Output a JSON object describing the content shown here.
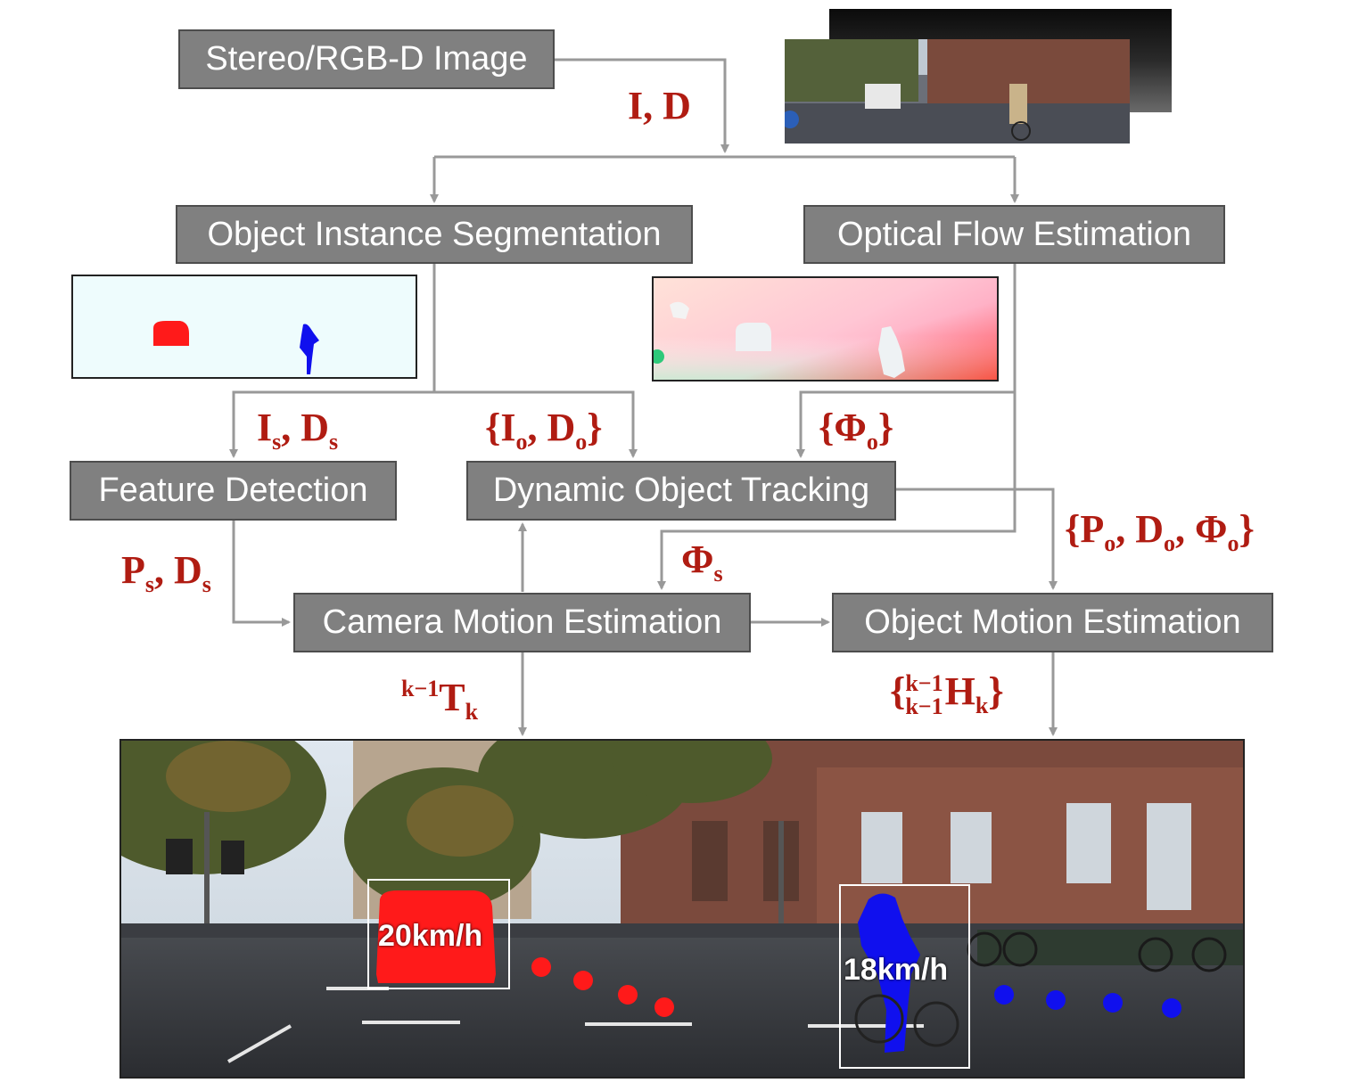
{
  "boxes": {
    "stereo": "Stereo/RGB-D Image",
    "segmentation": "Object Instance Segmentation",
    "flow": "Optical Flow Estimation",
    "feature": "Feature Detection",
    "tracking": "Dynamic Object Tracking",
    "camera": "Camera Motion Estimation",
    "object": "Object Motion Estimation"
  },
  "symbols": {
    "I": "I",
    "D": "D",
    "P": "P",
    "Phi": "Φ",
    "T": "T",
    "H": "H",
    "sub_s": "s",
    "sub_o": "o",
    "k": "k",
    "km1": "k−1",
    "comma": ",",
    "lbrace": "{",
    "rbrace": "}"
  },
  "scene": {
    "car_speed": "20km/h",
    "cyclist_speed": "18km/h"
  },
  "colors": {
    "box_fill": "#808080",
    "label": "#b01c12",
    "car": "#ff1a1a",
    "cyclist": "#1010ee",
    "arrow": "#999999"
  }
}
